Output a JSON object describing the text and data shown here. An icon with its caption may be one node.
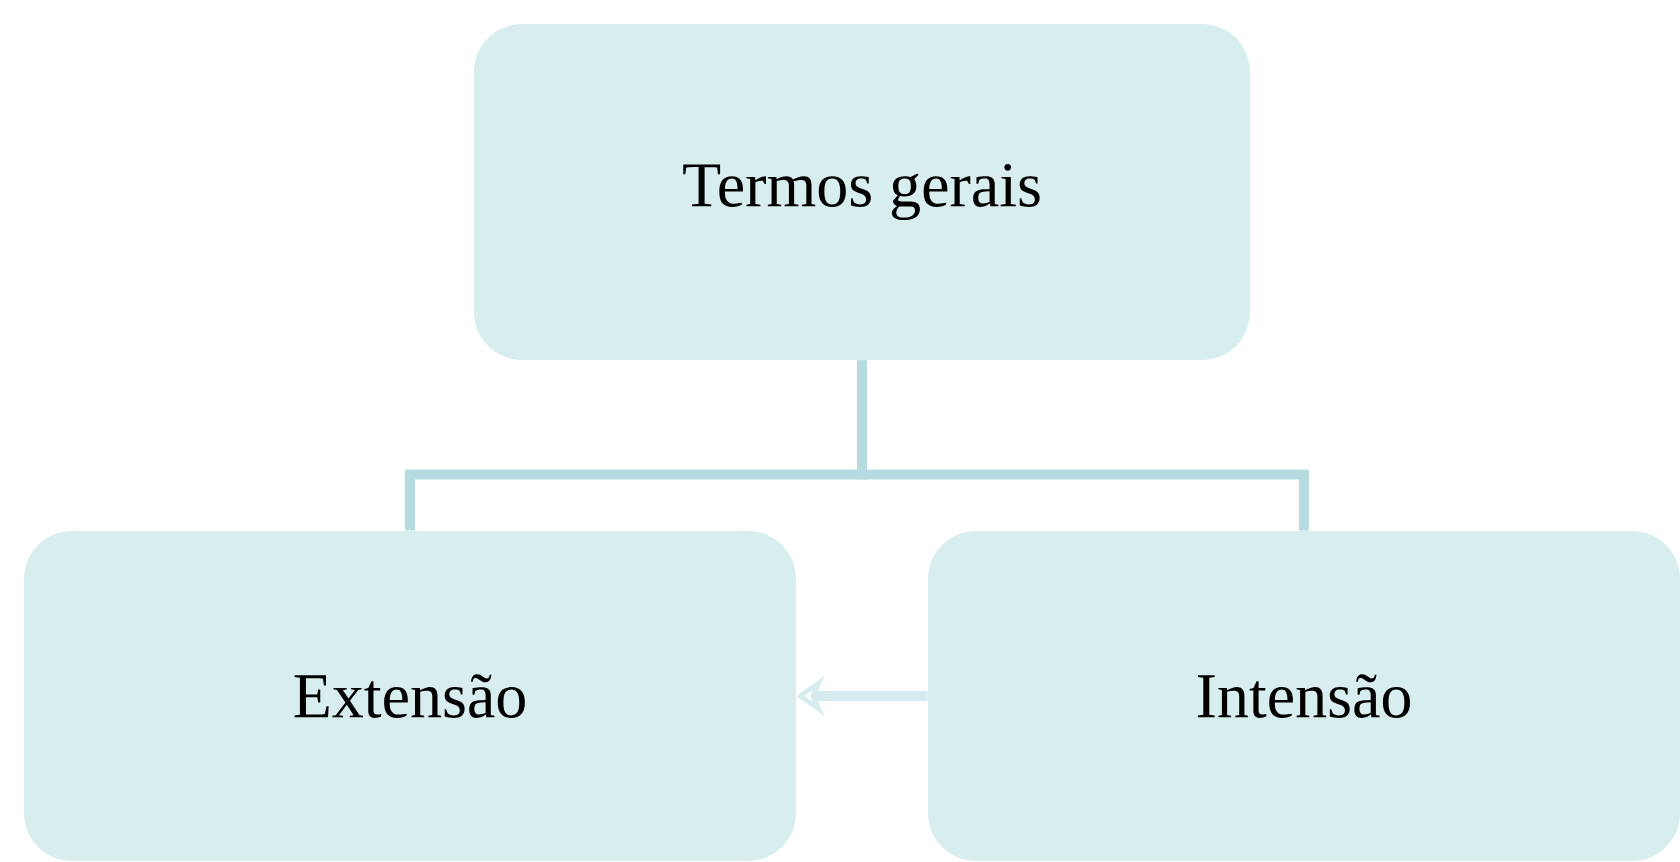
{
  "diagram": {
    "nodes": [
      {
        "text": [
          "Termos gerais"
        ]
      },
      {
        "text": [
          "Extensão"
        ]
      },
      {
        "text": [
          "Intensão"
        ]
      }
    ],
    "edges": [
      {
        "from": 0,
        "to": 1,
        "arrow": "none"
      },
      {
        "from": 0,
        "to": 2,
        "arrow": "none"
      },
      {
        "from": 2,
        "to": 1,
        "arrow": "to",
        "color": "#d6ebee"
      }
    ]
  }
}
